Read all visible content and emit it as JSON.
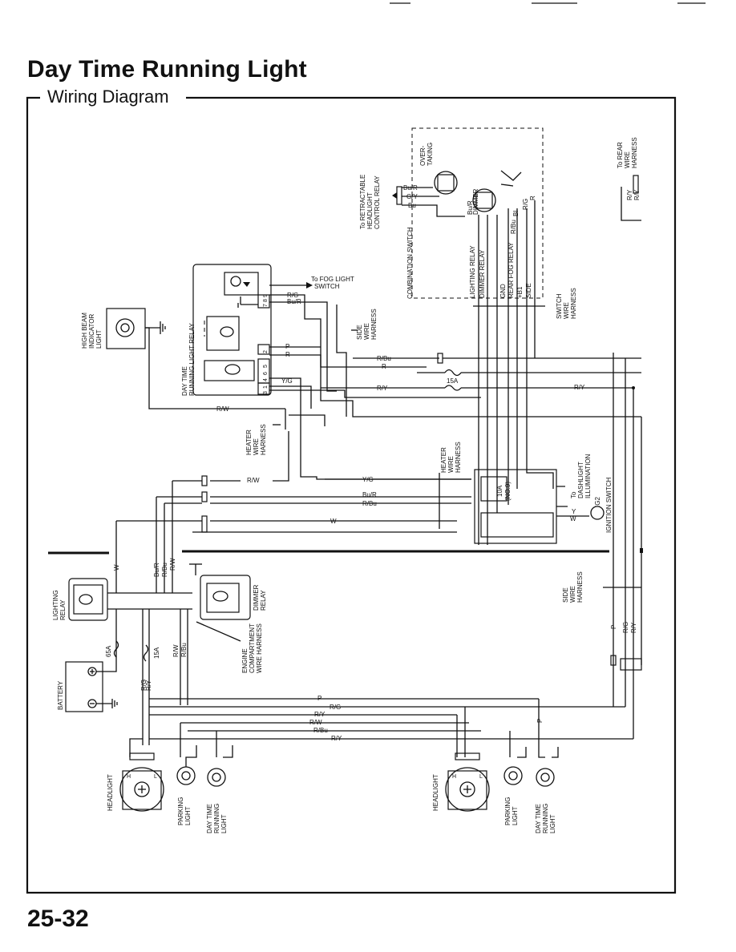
{
  "page": {
    "title": "Day Time Running Light",
    "subtitle": "Wiring Diagram",
    "page_number": "25-32"
  },
  "components": {
    "high_beam": [
      "HIGH BEAM",
      "INDICATOR",
      "LIGHT"
    ],
    "drl_relay": [
      "DAY TIME",
      "RUNNING LIGHT RELAY"
    ],
    "to_fog": [
      "To FOG LIGHT",
      "SWITCH"
    ],
    "side_harness_top": [
      "SIDE",
      "WIRE",
      "HARNESS"
    ],
    "retractable": [
      "To RETRACTABLE",
      "HEADLIGHT",
      "CONTROL RELAY"
    ],
    "combination_switch": "COMBINATION SWITCH",
    "overtaking": [
      "OVER-",
      "TAKING"
    ],
    "dimmer_sw": "DIMMER",
    "switch_labels": [
      "LIGHTING RELAY",
      "DIMMER RELAY",
      "GND",
      "REAR FOG RELAY",
      "+B1",
      "SIDE"
    ],
    "switch_harness": [
      "SWITCH",
      "WIRE",
      "HARNESS"
    ],
    "to_rear": [
      "To REAR",
      "WIRE",
      "HARNESS"
    ],
    "heater_harness_left": [
      "HEATER",
      "WIRE",
      "HARNESS"
    ],
    "heater_harness_mid": [
      "HEATER",
      "WIRE",
      "HARNESS"
    ],
    "dash_illum": [
      "To",
      "DASHLIGHT",
      "ILLUMINATION"
    ],
    "fuse_10a": [
      "10A",
      "(NO.9)"
    ],
    "ignition_switch": "IGNITION SWITCH",
    "ig2": "IG2",
    "lighting_relay": [
      "LIGHTING",
      "RELAY"
    ],
    "battery": "BATTERY",
    "dimmer_relay": [
      "DIMMER",
      "RELAY"
    ],
    "engine_harness": [
      "ENGINE",
      "COMPARTMENT",
      "WIRE HARNESS"
    ],
    "side_harness_right": [
      "SIDE",
      "WIRE",
      "HARNESS"
    ],
    "headlight": "HEADLIGHT",
    "parking_light": [
      "PARKING",
      "LIGHT"
    ],
    "drl_light": [
      "DAY TIME",
      "RUNNING",
      "LIGHT"
    ],
    "fuse_65a": "65A",
    "fuse_15a": "15A",
    "fuse_15a_mid": "15A",
    "relay_pins_top": [
      "7",
      "8",
      "9"
    ],
    "relay_pins_mid": [
      "2"
    ],
    "relay_pins_bottom": [
      "3",
      "1",
      "4",
      "6",
      "5"
    ],
    "headlight_pins": [
      "H",
      "L"
    ]
  },
  "wire_labels": {
    "relay_rg": "R/G",
    "relay_bur": "Bu/R",
    "relay_p": "P",
    "relay_r": "R",
    "relay_yg": "Y/G",
    "rw_left": "R/W",
    "rbu_mid": "R/Bu",
    "r_mid": "R",
    "ry_mid": "R/Y",
    "ry_right": "R/Y",
    "rw_lower": "R/W",
    "yg_lower": "Y/G",
    "bur_lower": "Bu/R",
    "rbu_lower": "R/Bu",
    "w_lower": "W",
    "y_ign": "Y",
    "w_ign": "W",
    "bu_r_sw": "Bu/R",
    "g_y_sw": "G/Y",
    "bu_sw": "Bu",
    "bl_sw": "Bl",
    "r_bu_sw": "R/Bu",
    "r_g_sw": "R/G",
    "r_sw": "R",
    "ry_rear": "R/Y",
    "ry_rear2": "R/Y",
    "w_vert": "W",
    "bur_vert": "Bu/R",
    "rbu_vert": "R/Bu",
    "rw_vert": "R/W",
    "rw_bot": "R/W",
    "rbu_bot": "R/Bu",
    "rg_batt": "R/G",
    "ry_batt": "R/Y",
    "p_bus": "P",
    "rg_bus": "R/G",
    "ry_bus": "R/Y",
    "rw_bus": "R/W",
    "rbu_bus": "R/Bu",
    "ry_bus2": "R/Y",
    "p_right": "P",
    "rg_right": "R/G",
    "ry_right_v": "R/Y",
    "p_right2": "P"
  }
}
